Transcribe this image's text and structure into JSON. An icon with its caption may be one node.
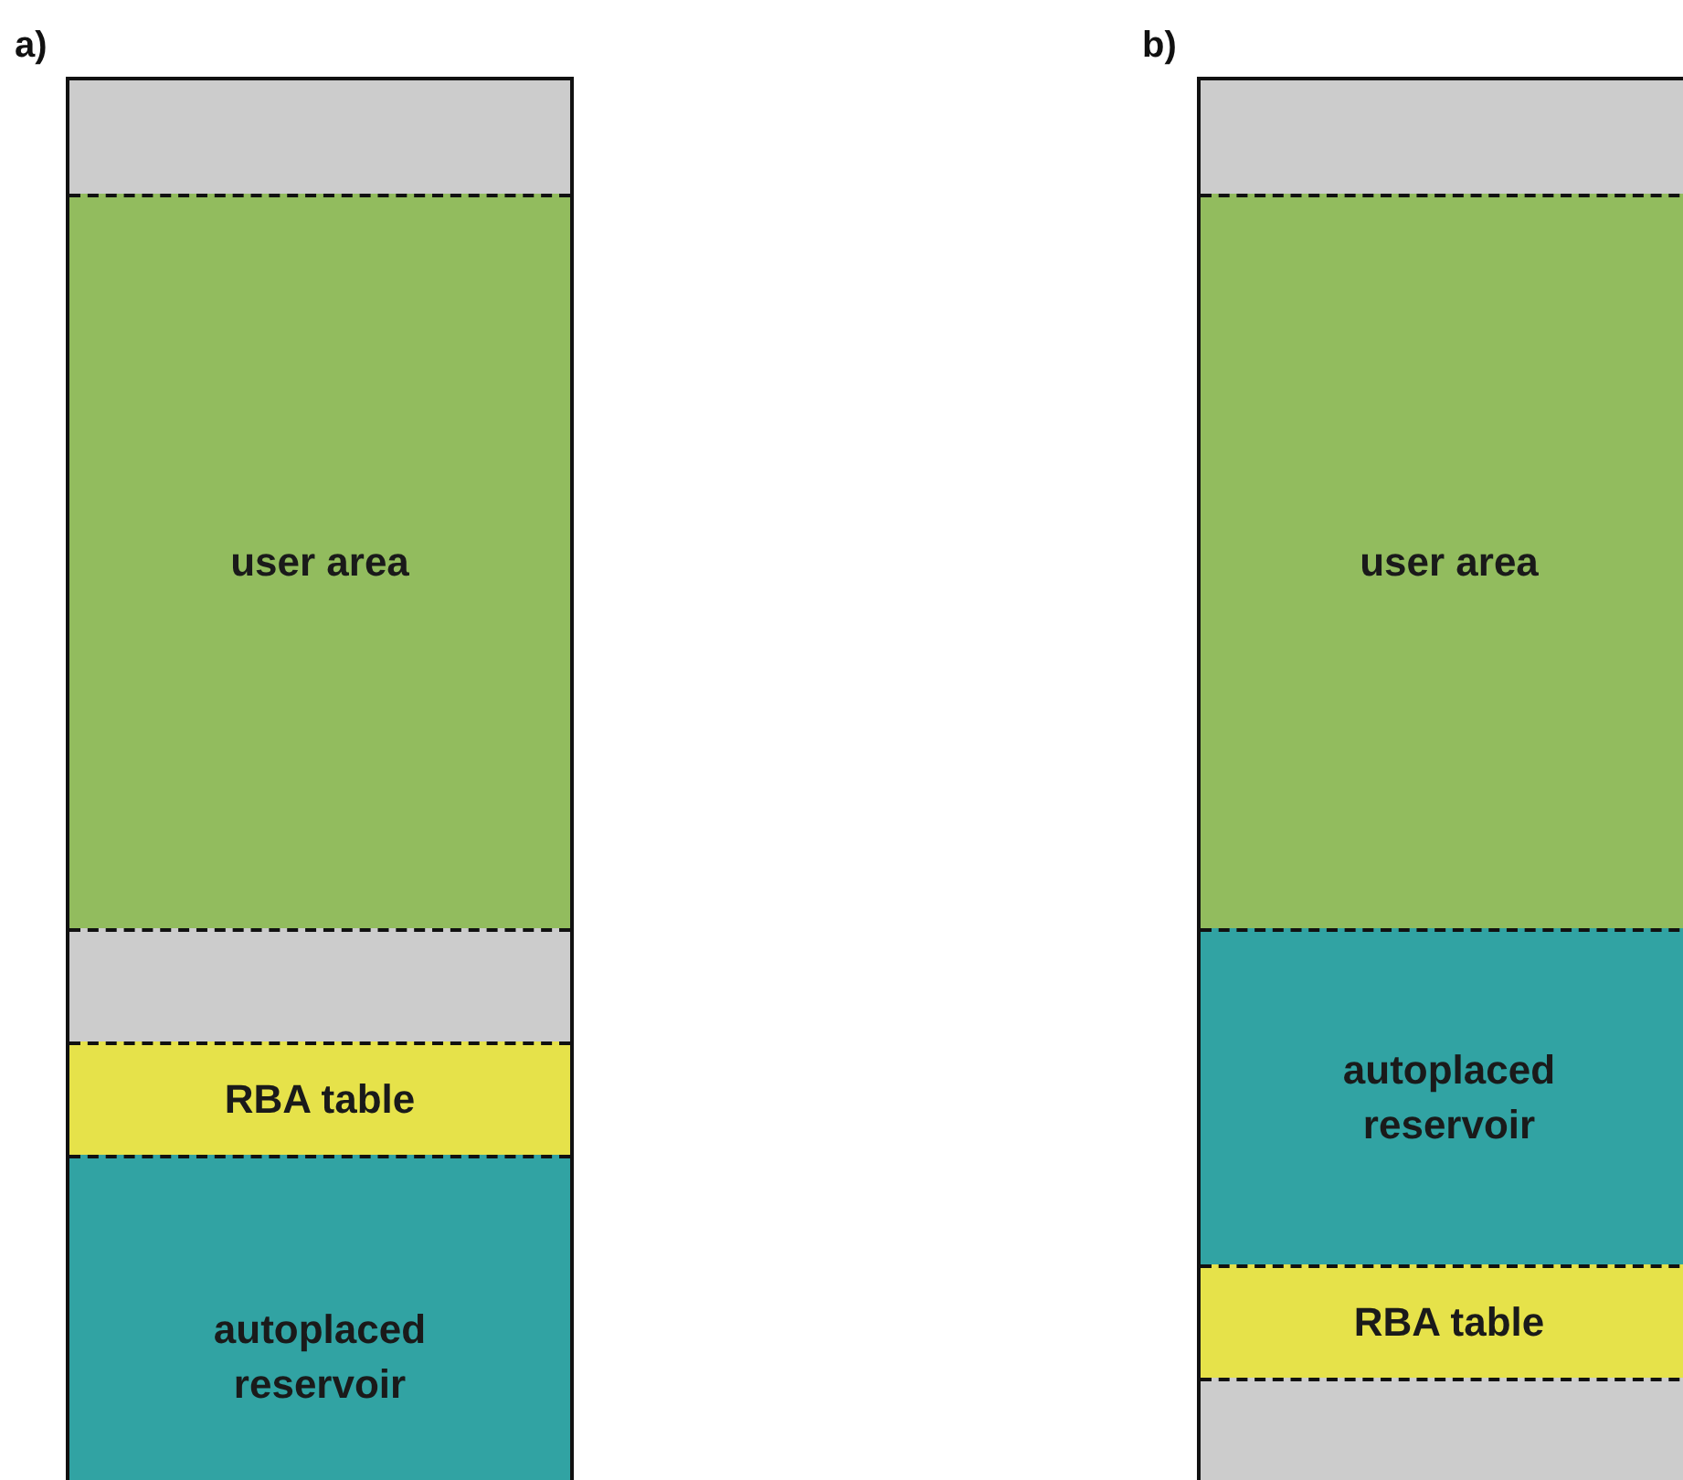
{
  "diagram": {
    "nodes": [
      {
        "text": [
          "a)"
        ]
      },
      {
        "text": [],
        "shape": "box",
        "in": 0
      },
      {
        "text": [
          "user area"
        ],
        "in": 0
      },
      {
        "text": [],
        "shape": "box",
        "in": 0
      },
      {
        "text": [
          "RBA table"
        ],
        "in": 0
      },
      {
        "text": [
          "autoplaced reservoir"
        ],
        "in": 0
      },
      {
        "text": [
          "b)"
        ]
      },
      {
        "text": [],
        "shape": "box",
        "in": 6
      },
      {
        "text": [
          "user area"
        ],
        "in": 6
      },
      {
        "text": [
          "autoplaced reservoir"
        ],
        "in": 6
      },
      {
        "text": [
          "RBA table"
        ],
        "in": 6
      },
      {
        "text": [],
        "shape": "box",
        "in": 6
      }
    ]
  }
}
